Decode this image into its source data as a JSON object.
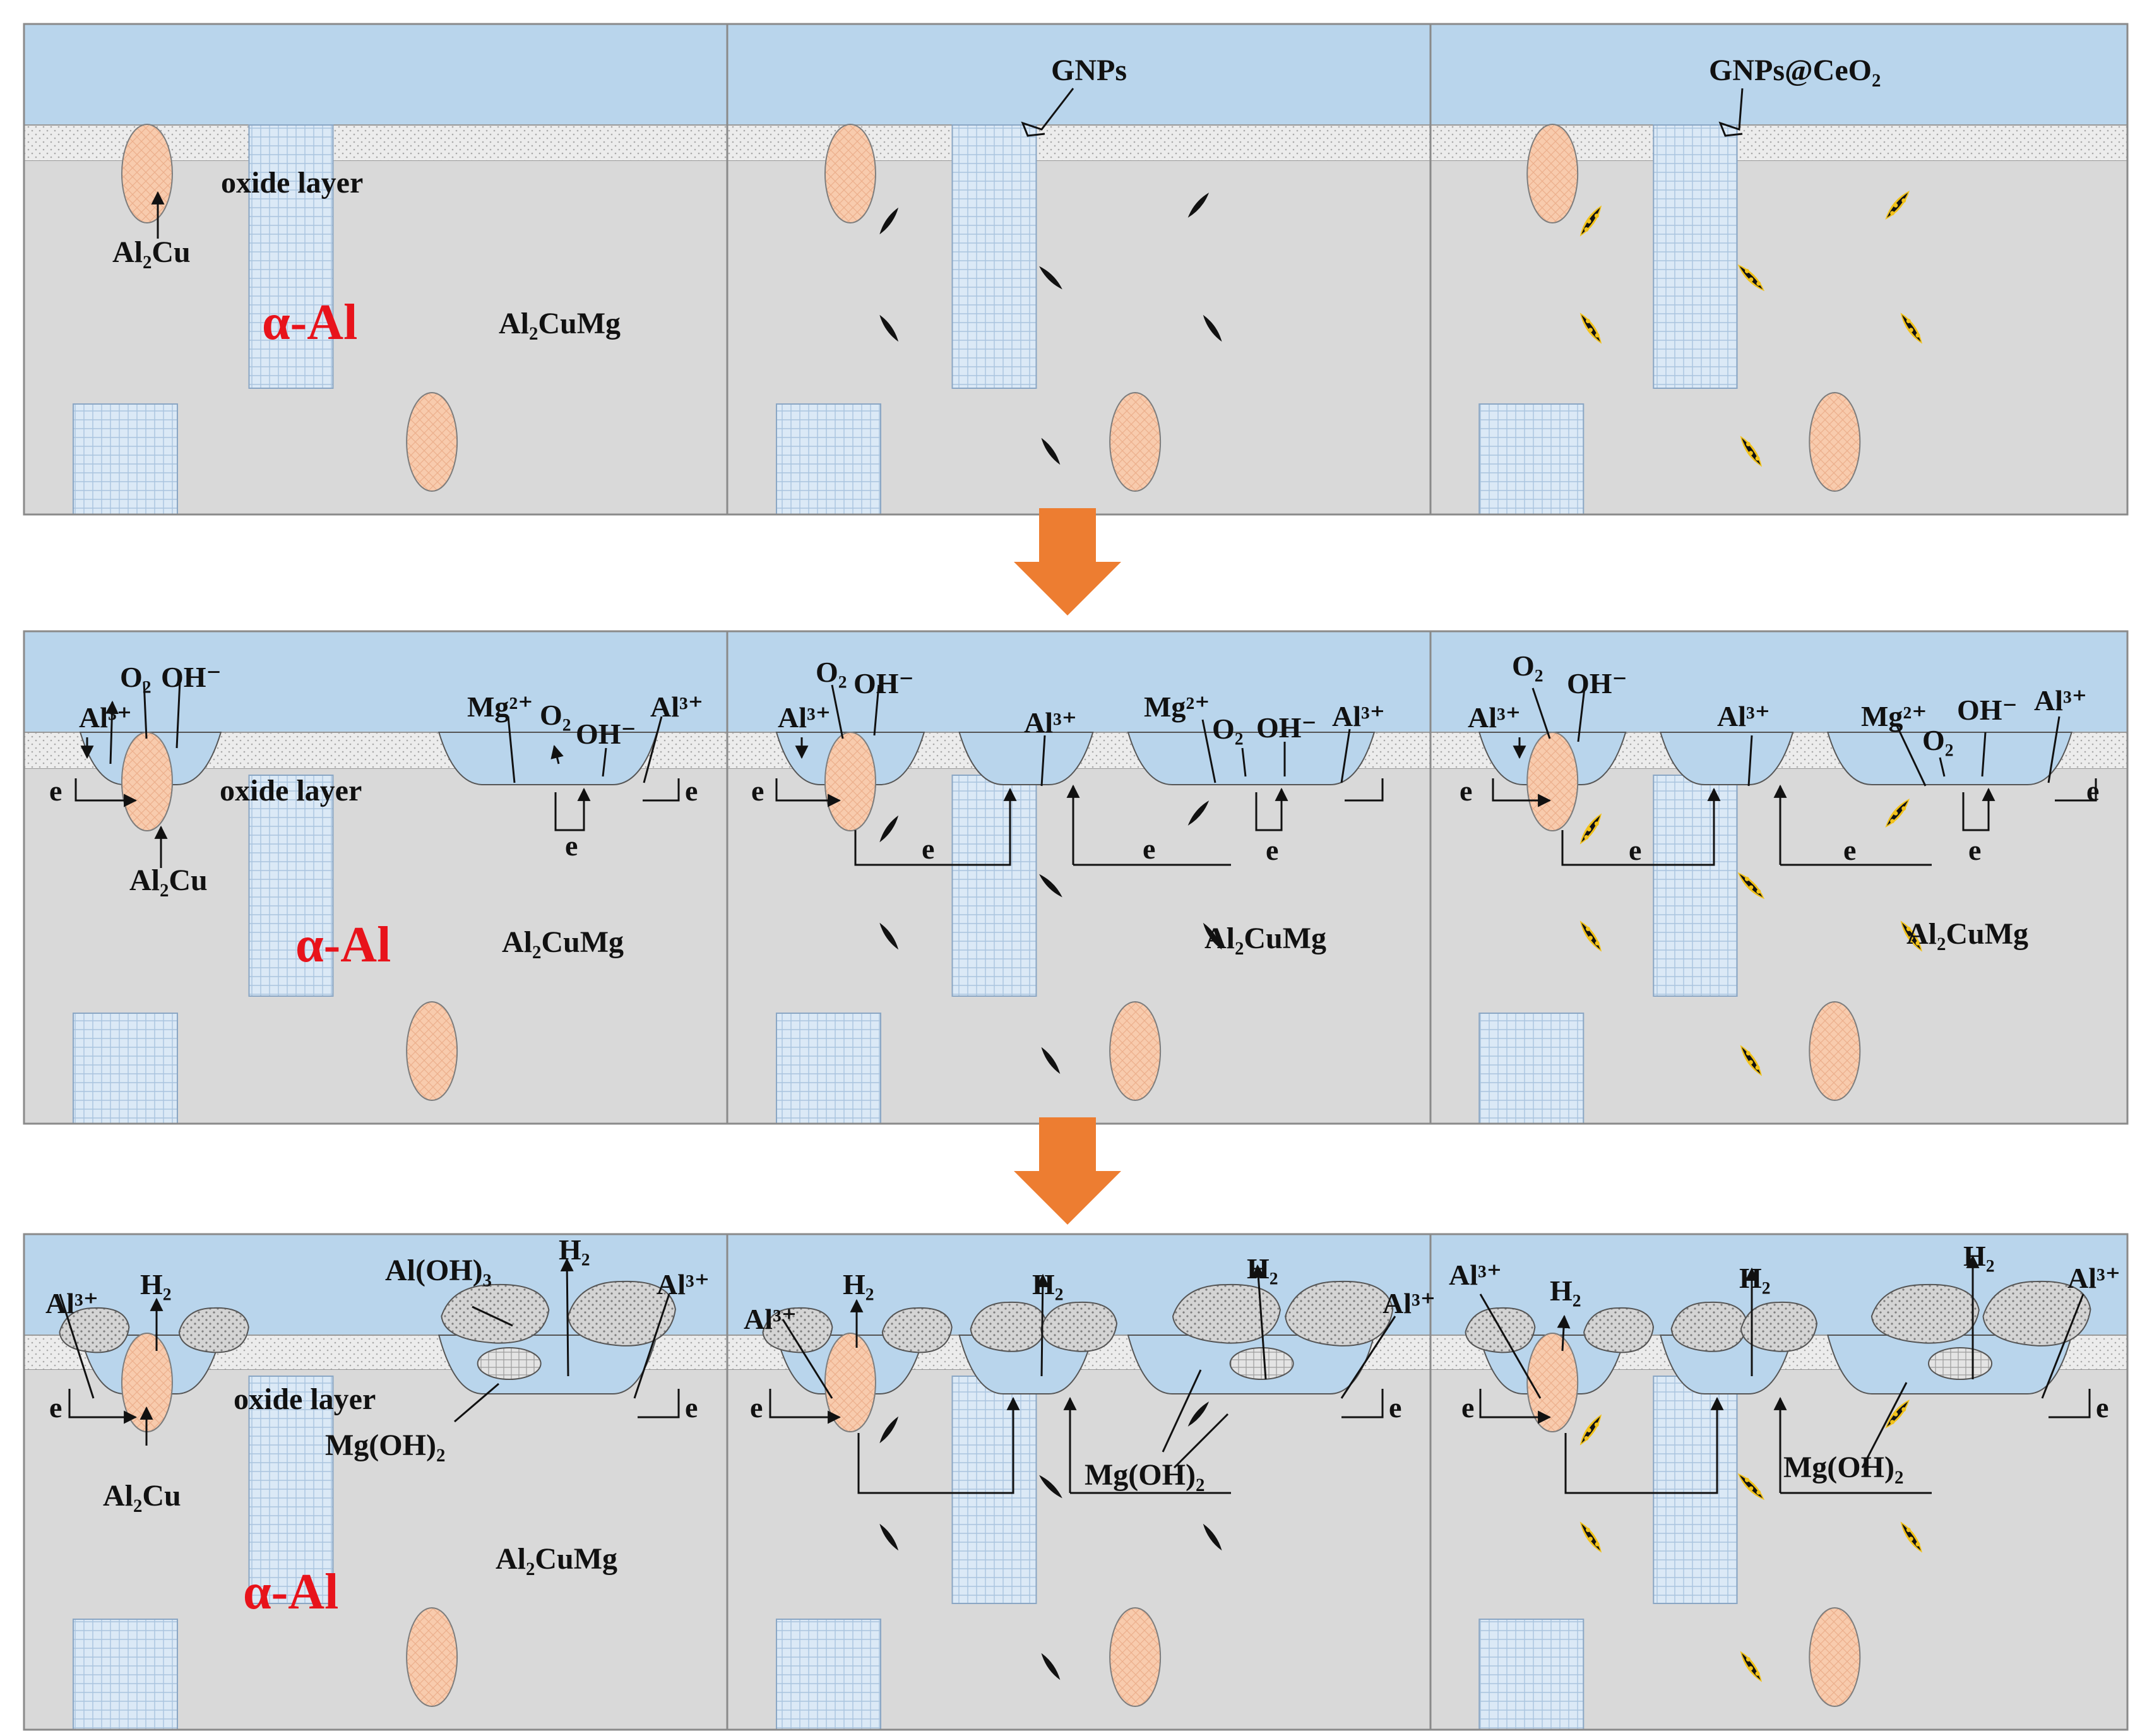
{
  "colors": {
    "electrolyte": "#b9d5ec",
    "matrix": "#d9d9d9",
    "oxide": "#ececec",
    "al2cu": "#f8cbad",
    "al2cumg": "#dbe9f6",
    "hydroxide": "#d2d2d2",
    "arrow": "#ed7d31",
    "alpha": "#e8131b",
    "gnp_coating": "#f2c21a"
  },
  "labels": {
    "oxide_layer": "oxide layer",
    "al2cu": "Al₂Cu",
    "al2cumg": "Al₂CuMg",
    "alpha_al": "α-Al",
    "gnps": "GNPs",
    "gnps_ceo2": "GNPs@CeO₂",
    "o2": "O₂",
    "oh": "OH⁻",
    "al3": "Al³⁺",
    "mg2": "Mg²⁺",
    "electron": "e",
    "h2": "H₂",
    "aloh3": "Al(OH)₃",
    "mgoh2": "Mg(OH)₂"
  },
  "icons": {
    "stage_arrow": "orange-down-arrow",
    "gnp": "graphene-nanoplatelet-flake",
    "gnp_ceo2": "ceo2-coated-graphene-flake"
  }
}
